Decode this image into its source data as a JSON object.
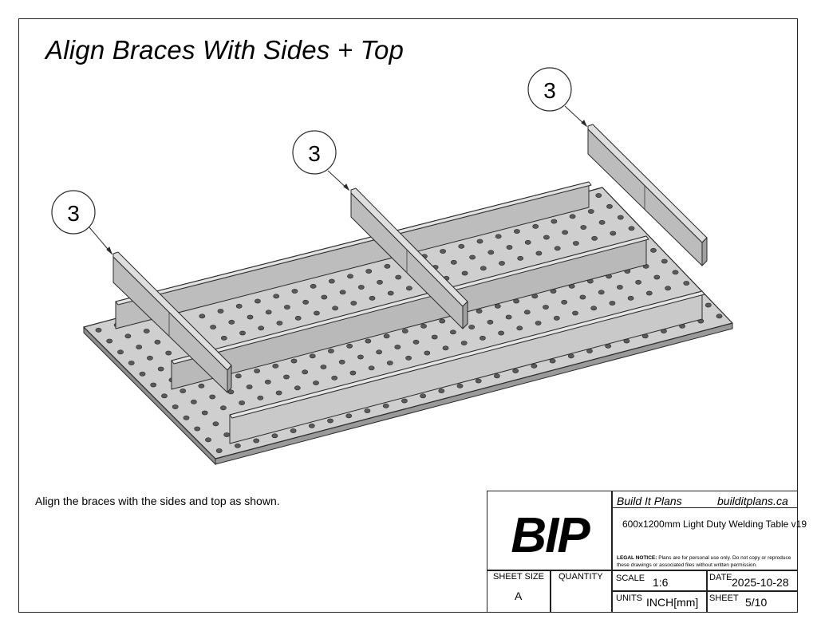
{
  "page": {
    "title": "Align Braces With Sides + Top",
    "note": "Align the braces with the sides and top as shown."
  },
  "callouts": [
    "3",
    "3",
    "3"
  ],
  "title_block": {
    "logo": "BIP",
    "company": "Build It Plans",
    "website": "builditplans.ca",
    "drawing_title": "600x1200mm Light Duty Welding Table v19",
    "legal_heading": "LEGAL NOTICE:",
    "legal_text": "Plans are for personal use only. Do not copy or reproduce these drawings or associated files without written permission.",
    "sheet_size_label": "SHEET SIZE",
    "sheet_size": "A",
    "quantity_label": "QUANTITY",
    "quantity": "",
    "scale_label": "SCALE",
    "scale": "1:6",
    "date_label": "DATE",
    "date": "2025-10-28",
    "units_label": "UNITS",
    "units": "INCH[mm]",
    "sheet_label": "SHEET",
    "sheet": "5/10"
  },
  "colors": {
    "part_fill": "#cfcfcf",
    "part_dark": "#a9a9a9",
    "edge": "#2a2a2a"
  }
}
